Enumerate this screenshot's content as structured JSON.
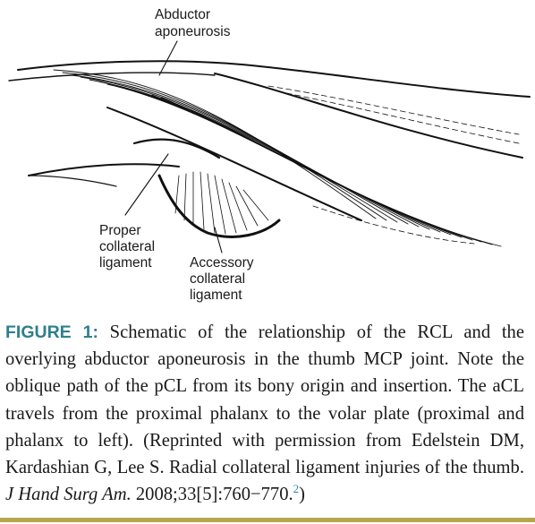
{
  "figure": {
    "labels": {
      "abductor_line1": "Abductor",
      "abductor_line2": "aponeurosis",
      "proper_line1": "Proper",
      "proper_line2": "collateral",
      "proper_line3": "ligament",
      "accessory_line1": "Accessory",
      "accessory_line2": "collateral",
      "accessory_line3": "ligament"
    }
  },
  "caption": {
    "label": "FIGURE 1:",
    "text_main": " Schematic of the relationship of the RCL and the overlying abductor aponeurosis in the thumb MCP joint. Note the oblique path of the pCL from its bony origin and insertion. The aCL travels from the proximal phalanx to the volar plate (proximal and phalanx to left). (Reprinted with permission from Edelstein DM, Kardashian G, Lee S. Radial collateral ligament injuries of the thumb. ",
    "journal": "J Hand Surg Am.",
    "text_after_journal": " 2008;33[5]:760−770.",
    "reference_number": "2",
    "text_end": ")"
  },
  "colors": {
    "caption_label": "#2f7f8d",
    "rule": "#b5a74a",
    "reference_link": "#3a78c0"
  }
}
